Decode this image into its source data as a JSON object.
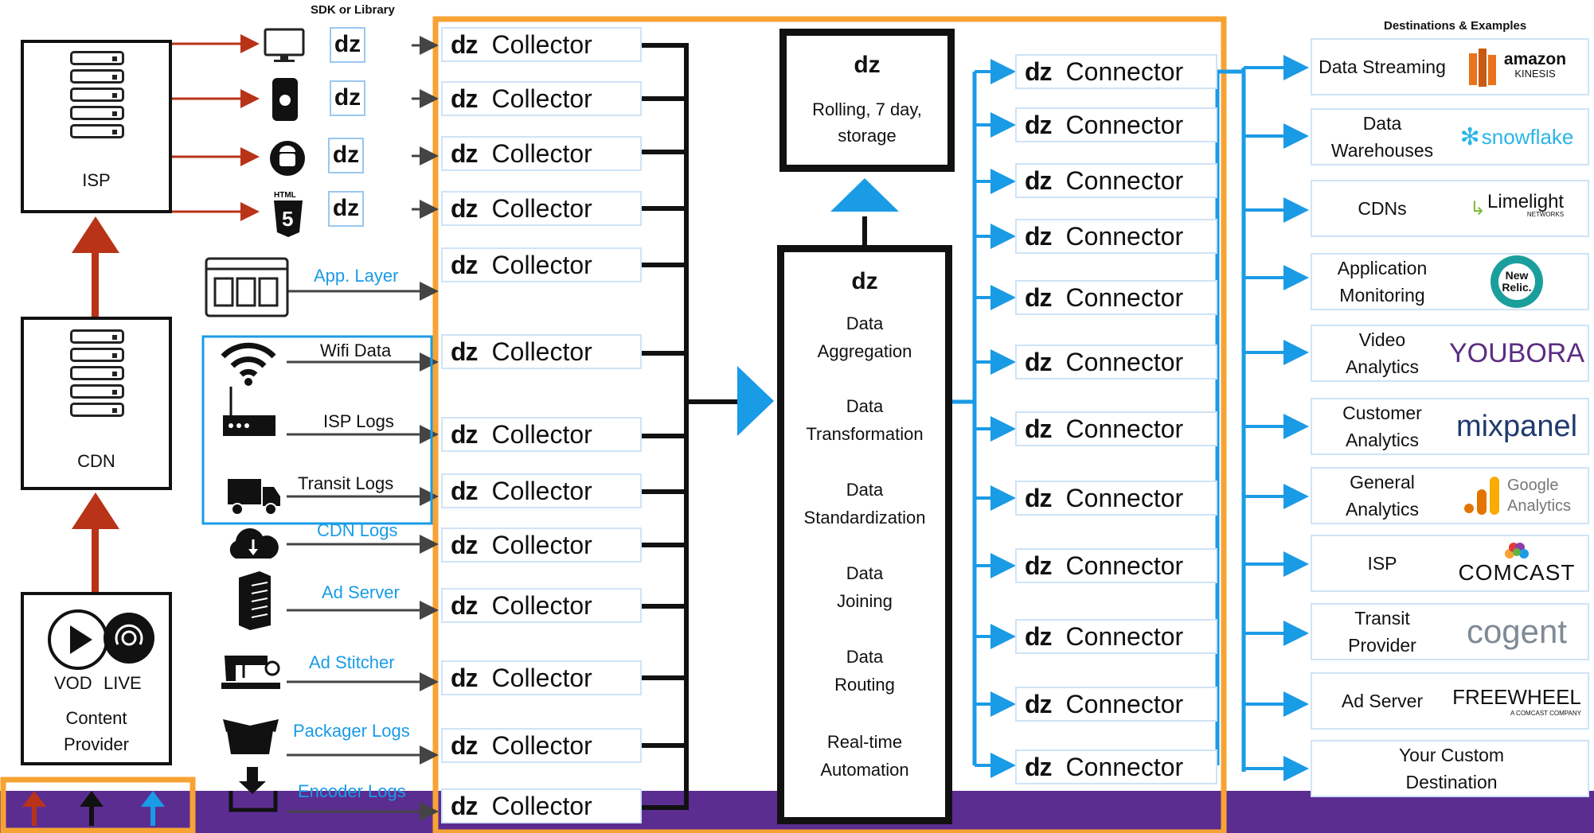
{
  "sdk_header": "SDK or Library",
  "destinations_header": "Destinations & Examples",
  "dz_mark": "dz",
  "left_column": {
    "isp": "ISP",
    "cdn": "CDN",
    "content_provider": {
      "vod": "VOD",
      "live": "LIVE",
      "label": "Content\nProvider"
    }
  },
  "sources": {
    "app_layer": "App. Layer",
    "wifi": "Wifi Data",
    "isp_logs": "ISP Logs",
    "transit_logs": "Transit Logs",
    "cdn_logs": "CDN Logs",
    "ad_server": "Ad Server",
    "ad_stitcher": "Ad Stitcher",
    "packager_logs": "Packager Logs",
    "encoder_logs": "Encoder Logs"
  },
  "collectors": [
    "Collector",
    "Collector",
    "Collector",
    "Collector",
    "Collector",
    "Collector",
    "Collector",
    "Collector",
    "Collector",
    "Collector",
    "Collector",
    "Collector",
    "Collector"
  ],
  "storage": {
    "text": "Rolling, 7 day,\nstorage"
  },
  "processing": [
    "Data\nAggregation",
    "Data\nTransformation",
    "Data\nStandardization",
    "Data\nJoining",
    "Data\nRouting",
    "Real-time\nAutomation"
  ],
  "connectors": [
    "Connector",
    "Connector",
    "Connector",
    "Connector",
    "Connector",
    "Connector",
    "Connector",
    "Connector",
    "Connector",
    "Connector",
    "Connector",
    "Connector"
  ],
  "destinations": [
    {
      "name": "Data Streaming",
      "logo": "amazon",
      "logo_sub": "KINESIS"
    },
    {
      "name": "Data\nWarehouses",
      "logo": "snowflake"
    },
    {
      "name": "CDNs",
      "logo": "Limelight",
      "logo_sub": "NETWORKS"
    },
    {
      "name": "Application\nMonitoring",
      "logo": "New\nRelic."
    },
    {
      "name": "Video\nAnalytics",
      "logo": "YOUBORA"
    },
    {
      "name": "Customer\nAnalytics",
      "logo": "mixpanel"
    },
    {
      "name": "General\nAnalytics",
      "logo": "Google\nAnalytics"
    },
    {
      "name": "ISP",
      "logo": "COMCAST"
    },
    {
      "name": "Transit\nProvider",
      "logo": "cogent"
    },
    {
      "name": "Ad Server",
      "logo": "FREEWHEEL",
      "logo_sub": "A COMCAST COMPANY"
    },
    {
      "name": "Your Custom\nDestination",
      "logo": ""
    }
  ],
  "colors": {
    "orange": "#f7a333",
    "red": "#b83318",
    "blue": "#1a9be6",
    "purple": "#5b2d91",
    "black": "#111111"
  }
}
